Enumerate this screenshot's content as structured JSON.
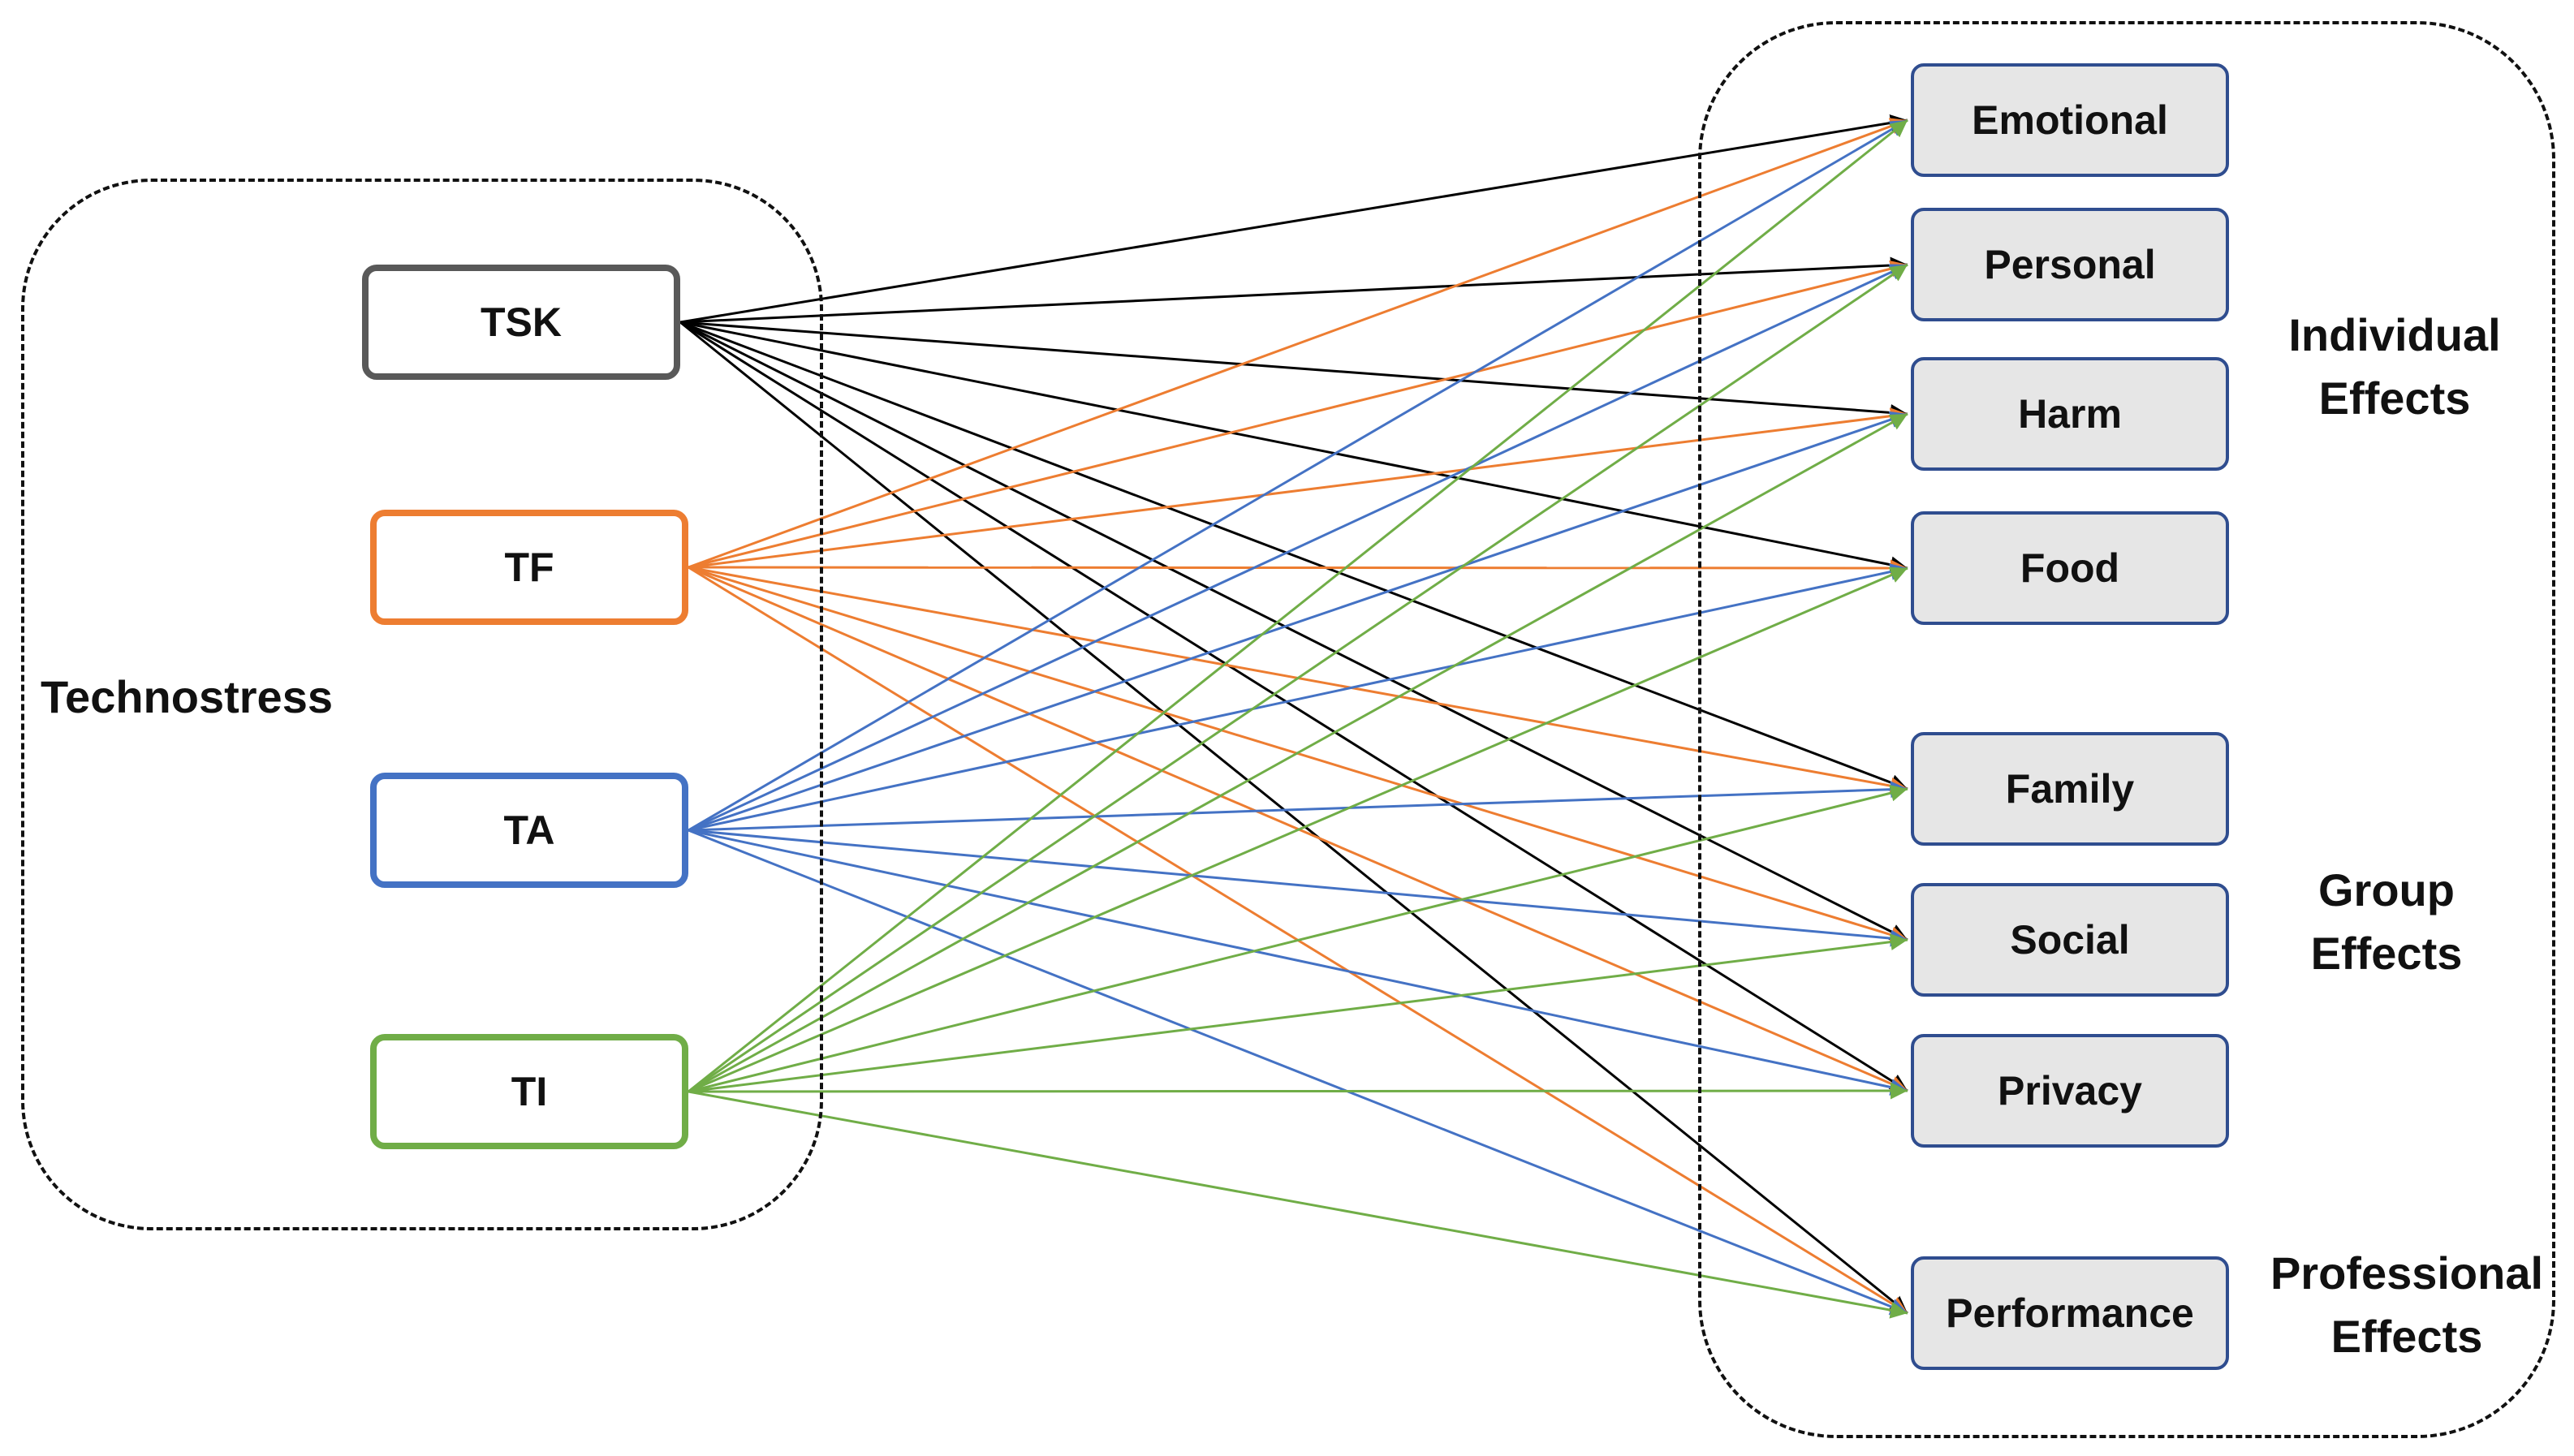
{
  "left_group": {
    "label": "Technostress"
  },
  "sources": [
    {
      "id": "TSK",
      "label": "TSK",
      "color": "#595959"
    },
    {
      "id": "TF",
      "label": "TF",
      "color": "#ed7d31"
    },
    {
      "id": "TA",
      "label": "TA",
      "color": "#4472c4"
    },
    {
      "id": "TI",
      "label": "TI",
      "color": "#70ad47"
    }
  ],
  "edge_colors": {
    "TSK": "#000000",
    "TF": "#ed7d31",
    "TA": "#4472c4",
    "TI": "#70ad47"
  },
  "targets": [
    {
      "id": "Emotional",
      "label": "Emotional"
    },
    {
      "id": "Personal",
      "label": "Personal"
    },
    {
      "id": "Harm",
      "label": "Harm"
    },
    {
      "id": "Food",
      "label": "Food"
    },
    {
      "id": "Family",
      "label": "Family"
    },
    {
      "id": "Social",
      "label": "Social"
    },
    {
      "id": "Privacy",
      "label": "Privacy"
    },
    {
      "id": "Performance",
      "label": "Performance"
    }
  ],
  "target_groups": [
    {
      "line1": "Individual",
      "line2": "Effects"
    },
    {
      "line1": "Group",
      "line2": "Effects"
    },
    {
      "line1": "Professional",
      "line2": "Effects"
    }
  ],
  "edges": [
    [
      "TSK",
      "Emotional"
    ],
    [
      "TSK",
      "Personal"
    ],
    [
      "TSK",
      "Harm"
    ],
    [
      "TSK",
      "Food"
    ],
    [
      "TSK",
      "Family"
    ],
    [
      "TSK",
      "Social"
    ],
    [
      "TSK",
      "Privacy"
    ],
    [
      "TSK",
      "Performance"
    ],
    [
      "TF",
      "Emotional"
    ],
    [
      "TF",
      "Personal"
    ],
    [
      "TF",
      "Harm"
    ],
    [
      "TF",
      "Food"
    ],
    [
      "TF",
      "Family"
    ],
    [
      "TF",
      "Social"
    ],
    [
      "TF",
      "Privacy"
    ],
    [
      "TF",
      "Performance"
    ],
    [
      "TA",
      "Emotional"
    ],
    [
      "TA",
      "Personal"
    ],
    [
      "TA",
      "Harm"
    ],
    [
      "TA",
      "Food"
    ],
    [
      "TA",
      "Family"
    ],
    [
      "TA",
      "Social"
    ],
    [
      "TA",
      "Privacy"
    ],
    [
      "TA",
      "Performance"
    ],
    [
      "TI",
      "Emotional"
    ],
    [
      "TI",
      "Personal"
    ],
    [
      "TI",
      "Harm"
    ],
    [
      "TI",
      "Food"
    ],
    [
      "TI",
      "Family"
    ],
    [
      "TI",
      "Social"
    ],
    [
      "TI",
      "Privacy"
    ],
    [
      "TI",
      "Performance"
    ]
  ]
}
